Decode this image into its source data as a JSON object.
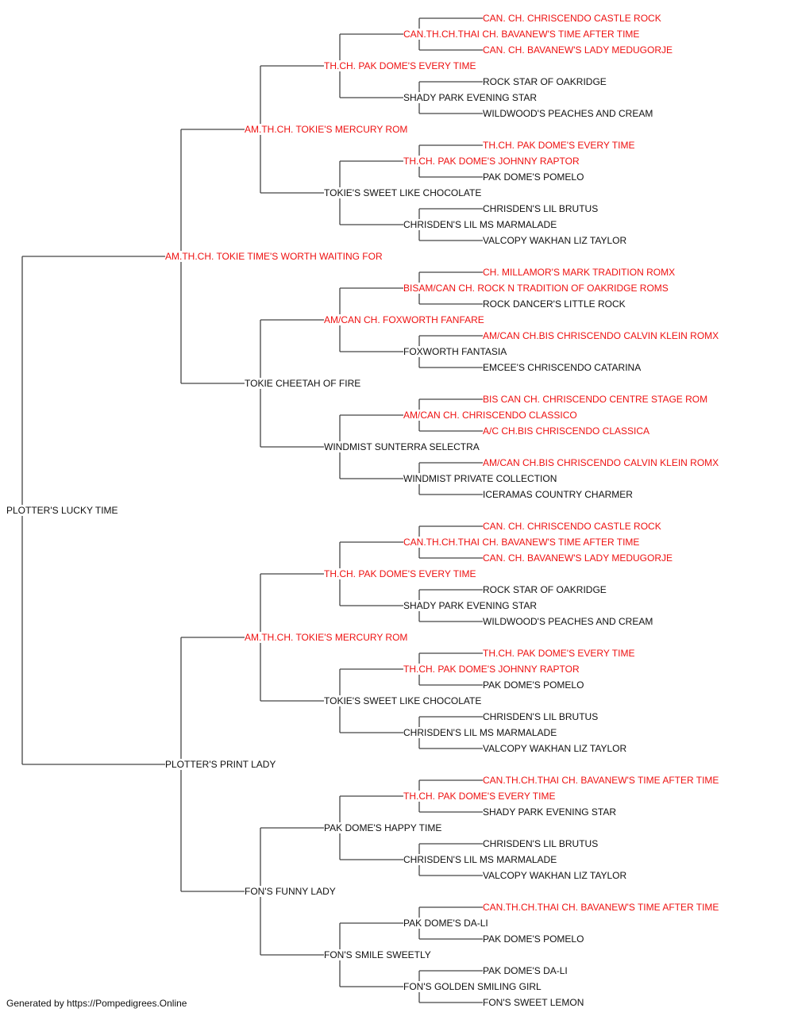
{
  "colors": {
    "champion": "#ee1111",
    "normal": "#111111",
    "line": "#444444"
  },
  "subject": {
    "name": "PLOTTER'S LUCKY TIME",
    "champion": false
  },
  "footer": "Generated by https://Pompedigrees.Online",
  "pedigree": [
    [
      "AM.TH.CH. TOKIE TIME'S WORTH WAITING FOR",
      true
    ],
    [
      "PLOTTER'S PRINT LADY",
      false
    ],
    [
      "AM.TH.CH. TOKIE'S MERCURY ROM",
      true
    ],
    [
      "TOKIE CHEETAH OF FIRE",
      false
    ],
    [
      "AM.TH.CH. TOKIE'S MERCURY ROM",
      true
    ],
    [
      "FON'S FUNNY LADY",
      false
    ],
    [
      "TH.CH. PAK DOME'S EVERY TIME",
      true
    ],
    [
      "TOKIE'S SWEET LIKE CHOCOLATE",
      false
    ],
    [
      "AM/CAN CH. FOXWORTH FANFARE",
      true
    ],
    [
      "WINDMIST SUNTERRA SELECTRA",
      false
    ],
    [
      "TH.CH. PAK DOME'S EVERY TIME",
      true
    ],
    [
      "TOKIE'S SWEET LIKE CHOCOLATE",
      false
    ],
    [
      "PAK DOME'S HAPPY TIME",
      false
    ],
    [
      "FON'S SMILE SWEETLY",
      false
    ],
    [
      "CAN.TH.CH.THAI CH. BAVANEW'S TIME AFTER TIME",
      true
    ],
    [
      "SHADY PARK EVENING STAR",
      false
    ],
    [
      "TH.CH. PAK DOME'S JOHNNY RAPTOR",
      true
    ],
    [
      "CHRISDEN'S LIL MS MARMALADE",
      false
    ],
    [
      "BISAM/CAN CH. ROCK N TRADITION OF OAKRIDGE ROMS",
      true
    ],
    [
      "FOXWORTH FANTASIA",
      false
    ],
    [
      "AM/CAN CH. CHRISCENDO CLASSICO",
      true
    ],
    [
      "WINDMIST PRIVATE COLLECTION",
      false
    ],
    [
      "CAN.TH.CH.THAI CH. BAVANEW'S TIME AFTER TIME",
      true
    ],
    [
      "SHADY PARK EVENING STAR",
      false
    ],
    [
      "TH.CH. PAK DOME'S JOHNNY RAPTOR",
      true
    ],
    [
      "CHRISDEN'S LIL MS MARMALADE",
      false
    ],
    [
      "TH.CH. PAK DOME'S EVERY TIME",
      true
    ],
    [
      "CHRISDEN'S LIL MS MARMALADE",
      false
    ],
    [
      "PAK DOME'S DA-LI",
      false
    ],
    [
      "FON'S GOLDEN SMILING GIRL",
      false
    ],
    [
      "CAN. CH. CHRISCENDO CASTLE ROCK",
      true
    ],
    [
      "CAN. CH. BAVANEW'S LADY MEDUGORJE",
      true
    ],
    [
      "ROCK STAR OF OAKRIDGE",
      false
    ],
    [
      "WILDWOOD'S PEACHES AND CREAM",
      false
    ],
    [
      "TH.CH. PAK DOME'S EVERY TIME",
      true
    ],
    [
      "PAK DOME'S POMELO",
      false
    ],
    [
      "CHRISDEN'S LIL BRUTUS",
      false
    ],
    [
      "VALCOPY WAKHAN LIZ TAYLOR",
      false
    ],
    [
      "CH. MILLAMOR'S MARK TRADITION ROMX",
      true
    ],
    [
      "ROCK DANCER'S LITTLE ROCK",
      false
    ],
    [
      "AM/CAN CH.BIS CHRISCENDO CALVIN KLEIN ROMX",
      true
    ],
    [
      "EMCEE'S CHRISCENDO CATARINA",
      false
    ],
    [
      "BIS CAN CH. CHRISCENDO CENTRE STAGE ROM",
      true
    ],
    [
      "A/C CH.BIS CHRISCENDO CLASSICA",
      true
    ],
    [
      "AM/CAN CH.BIS CHRISCENDO CALVIN KLEIN ROMX",
      true
    ],
    [
      "ICERAMAS COUNTRY CHARMER",
      false
    ],
    [
      "CAN. CH. CHRISCENDO CASTLE ROCK",
      true
    ],
    [
      "CAN. CH. BAVANEW'S LADY MEDUGORJE",
      true
    ],
    [
      "ROCK STAR OF OAKRIDGE",
      false
    ],
    [
      "WILDWOOD'S PEACHES AND CREAM",
      false
    ],
    [
      "TH.CH. PAK DOME'S EVERY TIME",
      true
    ],
    [
      "PAK DOME'S POMELO",
      false
    ],
    [
      "CHRISDEN'S LIL BRUTUS",
      false
    ],
    [
      "VALCOPY WAKHAN LIZ TAYLOR",
      false
    ],
    [
      "CAN.TH.CH.THAI CH. BAVANEW'S TIME AFTER TIME",
      true
    ],
    [
      "SHADY PARK EVENING STAR",
      false
    ],
    [
      "CHRISDEN'S LIL BRUTUS",
      false
    ],
    [
      "VALCOPY WAKHAN LIZ TAYLOR",
      false
    ],
    [
      "CAN.TH.CH.THAI CH. BAVANEW'S TIME AFTER TIME",
      true
    ],
    [
      "PAK DOME'S POMELO",
      false
    ],
    [
      "PAK DOME'S DA-LI",
      false
    ],
    [
      "FON'S SWEET LEMON",
      false
    ]
  ]
}
